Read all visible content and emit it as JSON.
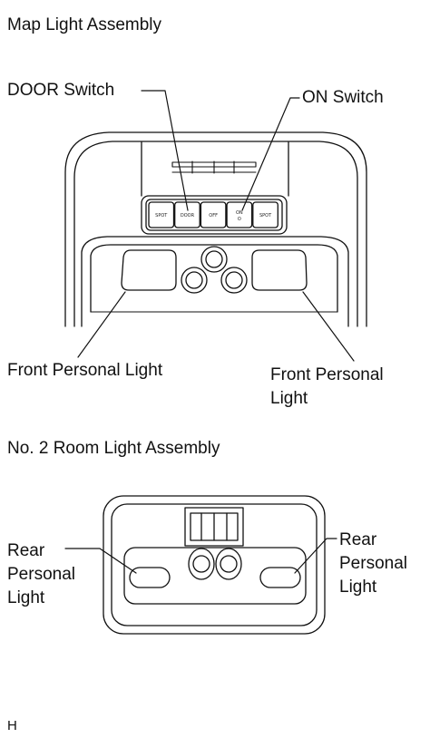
{
  "map_light": {
    "title": "Map Light Assembly",
    "door_switch_label": "DOOR Switch",
    "on_switch_label": "ON Switch",
    "front_left_label": "Front Personal Light",
    "front_right_label": "Front Personal\nLight",
    "switches": [
      {
        "label": "SPOT",
        "sub": ""
      },
      {
        "label": "DOOR",
        "sub": ""
      },
      {
        "label": "OFF",
        "sub": ""
      },
      {
        "label": "ON",
        "sub": "O"
      },
      {
        "label": "SPOT",
        "sub": ""
      }
    ]
  },
  "room_light": {
    "title": "No. 2 Room Light Assembly",
    "rear_left_label": "Rear\nPersonal\nLight",
    "rear_right_label": "Rear\nPersonal\nLight"
  },
  "footer": {
    "code": "H"
  },
  "colors": {
    "line": "#111111",
    "fill": "#ffffff",
    "shade": "#dddddd"
  }
}
